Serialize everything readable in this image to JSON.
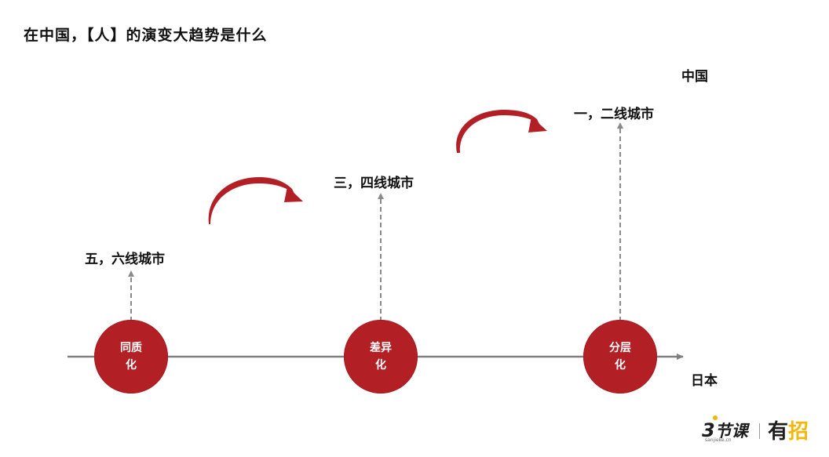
{
  "title": "在中国，【人】的演变大趋势是什么",
  "axis": {
    "top_label": "中国",
    "right_label": "日本"
  },
  "stages": [
    {
      "circle_line1": "同质",
      "circle_line2": "化",
      "tier": "五，六线城市"
    },
    {
      "circle_line1": "差异",
      "circle_line2": "化",
      "tier": "三，四线城市"
    },
    {
      "circle_line1": "分层",
      "circle_line2": "化",
      "tier": "一，二线城市"
    }
  ],
  "logos": {
    "brand1_number": "3",
    "brand1_text": "节课",
    "brand1_sub": "sanjieke.cn",
    "brand2_text_a": "有",
    "brand2_text_b": "招"
  },
  "colors": {
    "accent": "#b22025",
    "axis": "#808080",
    "dashed": "#8a8a8a",
    "logo_yellow": "#f2b70a"
  }
}
